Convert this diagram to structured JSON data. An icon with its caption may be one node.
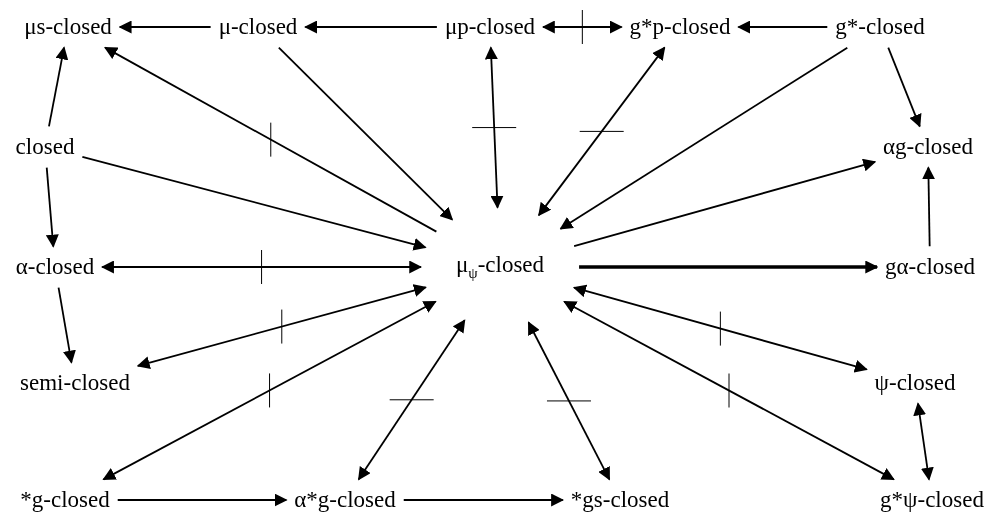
{
  "diagram": {
    "nodes": [
      {
        "text": [
          "μs-closed"
        ]
      },
      {
        "text": [
          "μ-closed"
        ]
      },
      {
        "text": [
          "μp-closed"
        ]
      },
      {
        "text": [
          "g*p-closed"
        ]
      },
      {
        "text": [
          "g*-closed"
        ]
      },
      {
        "text": [
          "closed"
        ]
      },
      {
        "text": [
          "αg-closed"
        ]
      },
      {
        "text": [
          "α-closed"
        ]
      },
      {
        "text": [
          "μ$_{ψ}$-closed"
        ]
      },
      {
        "text": [
          "gα-closed"
        ]
      },
      {
        "text": [
          "semi-closed"
        ]
      },
      {
        "text": [
          "ψ-closed"
        ]
      },
      {
        "text": [
          "*g-closed"
        ]
      },
      {
        "text": [
          "α*g-closed"
        ]
      },
      {
        "text": [
          "*gs-closed"
        ]
      },
      {
        "text": [
          "g*ψ-closed"
        ]
      }
    ],
    "edges": [
      {
        "from": 1,
        "to": 0,
        "arrow": "to"
      },
      {
        "from": 2,
        "to": 1,
        "arrow": "to"
      },
      {
        "from": 2,
        "to": 3,
        "arrow": "both"
      },
      {
        "from": 4,
        "to": 3,
        "arrow": "to"
      },
      {
        "from": 5,
        "to": 0,
        "arrow": "to"
      },
      {
        "from": 5,
        "to": 7,
        "arrow": "to"
      },
      {
        "from": 7,
        "to": 10,
        "arrow": "to"
      },
      {
        "from": 4,
        "to": 6,
        "arrow": "to"
      },
      {
        "from": 9,
        "to": 6,
        "arrow": "to"
      },
      {
        "from": 12,
        "to": 13,
        "arrow": "to"
      },
      {
        "from": 13,
        "to": 14,
        "arrow": "to"
      },
      {
        "from": 11,
        "to": 15,
        "arrow": "both"
      },
      {
        "from": 8,
        "to": 0,
        "arrow": "to"
      },
      {
        "from": 1,
        "to": 8,
        "arrow": "to"
      },
      {
        "from": 2,
        "to": 8,
        "arrow": "both"
      },
      {
        "from": 3,
        "to": 8,
        "arrow": "both"
      },
      {
        "from": 4,
        "to": 8,
        "arrow": "to"
      },
      {
        "from": 8,
        "to": 6,
        "arrow": "to"
      },
      {
        "from": 5,
        "to": 8,
        "arrow": "to"
      },
      {
        "from": 7,
        "to": 8,
        "arrow": "both"
      },
      {
        "from": 10,
        "to": 8,
        "arrow": "both"
      },
      {
        "from": 12,
        "to": 8,
        "arrow": "both"
      },
      {
        "from": 13,
        "to": 8,
        "arrow": "both"
      },
      {
        "from": 8,
        "to": 9,
        "arrow": "to",
        "style": "thick"
      },
      {
        "from": 8,
        "to": 11,
        "arrow": "both"
      },
      {
        "from": 8,
        "to": 15,
        "arrow": "both"
      },
      {
        "from": 14,
        "to": 8,
        "arrow": "both"
      }
    ]
  }
}
